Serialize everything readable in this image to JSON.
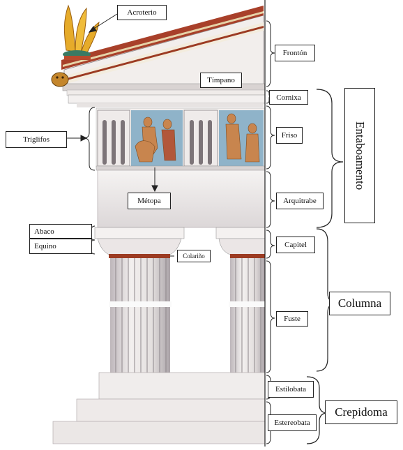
{
  "labels": {
    "acroterio": "Acroterio",
    "fronton": "Frontón",
    "timpano": "Tímpano",
    "cornisa": "Cornixa",
    "friso": "Friso",
    "triglifos": "Tríglifos",
    "metopa": "Métopa",
    "arquitrabe": "Arquitrabe",
    "entablamento": "Entaboamento",
    "abaco": "Abaco",
    "equino": "Equino",
    "collarino": "Colariño",
    "capitel": "Capitel",
    "fuste": "Fuste",
    "columna": "Columna",
    "estilobata": "Estilobata",
    "estereobata": "Estereobata",
    "crepidoma": "Crepidoma"
  },
  "colors": {
    "stone": "#f1eeec",
    "stone_shadow": "#c9c3c6",
    "frieze_blue": "#8fb3c9",
    "terracotta": "#9c3b22",
    "ornament_gold": "#e0a52a",
    "line": "#222222"
  }
}
